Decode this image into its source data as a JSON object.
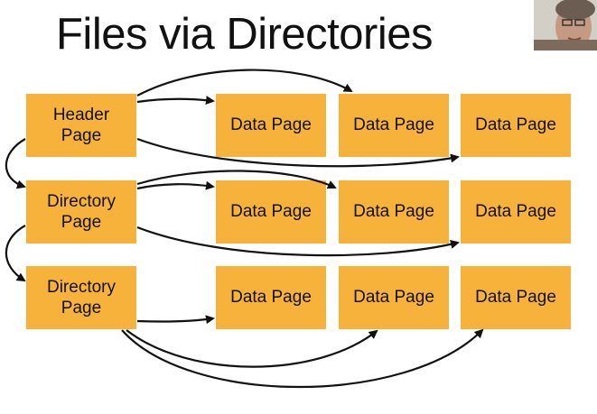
{
  "slide": {
    "title": "Files via Directories",
    "rows": [
      {
        "left_label": "Header\nPage",
        "data_pages": [
          "Data Page",
          "Data Page",
          "Data Page"
        ]
      },
      {
        "left_label": "Directory\nPage",
        "data_pages": [
          "Data Page",
          "Data Page",
          "Data Page"
        ]
      },
      {
        "left_label": "Directory\nPage",
        "data_pages": [
          "Data Page",
          "Data Page",
          "Data Page"
        ]
      }
    ]
  },
  "colors": {
    "box_fill": "#f7b23b",
    "arrow": "#111111",
    "background": "#ffffff"
  }
}
